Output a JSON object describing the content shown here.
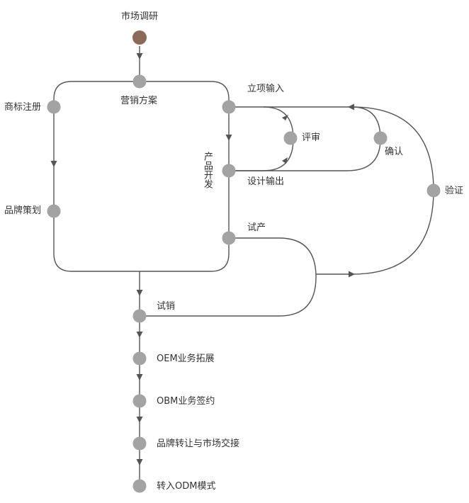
{
  "start": "市场调研",
  "steps": {
    "marketing_plan": "营销方案",
    "trademark": "商标注册",
    "brand_plan": "品牌策划",
    "product_dev": "产品开发",
    "project_input": "立项输入",
    "review": "评审",
    "confirm": "确认",
    "design_output": "设计输出",
    "verify": "验证",
    "trial_production": "试产",
    "trial_sales": "试销",
    "oem": "OEM业务拓展",
    "obm": "OBM业务签约",
    "transfer": "品牌转让与市场交接",
    "odm": "转入ODM模式"
  },
  "colors": {
    "node": "#a3a3a3",
    "start_node": "#8b6a5a",
    "line": "#555555",
    "text": "#333333"
  }
}
